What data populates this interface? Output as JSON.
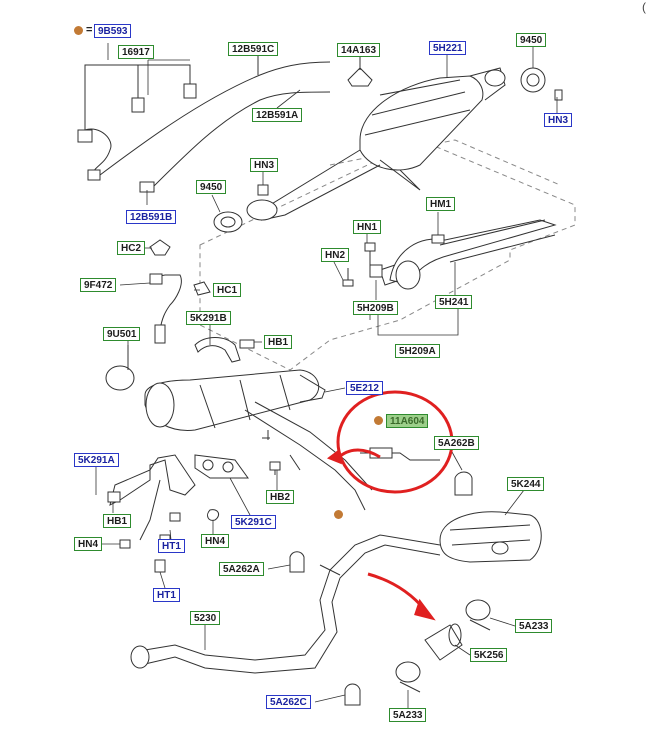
{
  "legend": {
    "key_label": "9B593",
    "equals": "="
  },
  "callouts": {
    "c_9B593": "9B593",
    "c_16917": "16917",
    "c_12B591C": "12B591C",
    "c_14A163": "14A163",
    "c_5H221": "5H221",
    "c_9450_top": "9450",
    "c_HN3_right": "HN3",
    "c_12B591A": "12B591A",
    "c_HN3_mid": "HN3",
    "c_9450_mid": "9450",
    "c_12B591B": "12B591B",
    "c_HM1": "HM1",
    "c_HN1": "HN1",
    "c_HC2": "HC2",
    "c_HN2": "HN2",
    "c_9F472": "9F472",
    "c_HC1": "HC1",
    "c_5H241": "5H241",
    "c_5H209B": "5H209B",
    "c_5K291B": "5K291B",
    "c_HB1_top": "HB1",
    "c_9U501": "9U501",
    "c_5H209A": "5H209A",
    "c_5E212": "5E212",
    "c_11A604": "11A604",
    "c_5A262B": "5A262B",
    "c_5K291A": "5K291A",
    "c_HB2": "HB2",
    "c_5K244": "5K244",
    "c_HB1_low": "HB1",
    "c_5K291C": "5K291C",
    "c_HN4_left": "HN4",
    "c_HT1_mid": "HT1",
    "c_HN4_mid": "HN4",
    "c_5A262A": "5A262A",
    "c_HT1_low": "HT1",
    "c_5230": "5230",
    "c_5A233_top": "5A233",
    "c_5K256": "5K256",
    "c_5A262C": "5A262C",
    "c_5A233_low": "5A233"
  },
  "page_marker": "(",
  "colors": {
    "green_border": "#2e8b2e",
    "blue_border": "#2a37c8",
    "highlight_fill": "#9ccf8a",
    "accent_red": "#e02020",
    "dot_brown": "#c27a35",
    "line_art": "#333333",
    "dashed_frame": "#888888"
  }
}
